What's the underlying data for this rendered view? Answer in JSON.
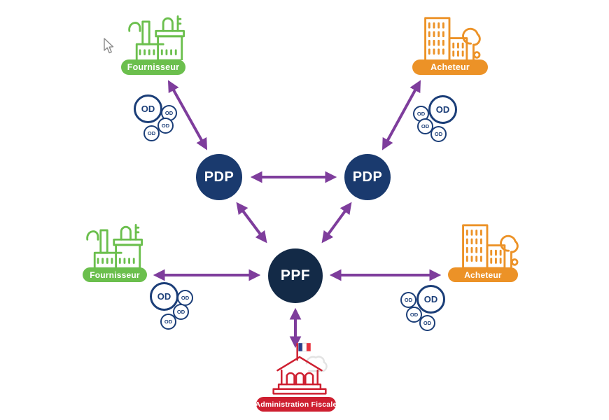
{
  "diagram": {
    "description": "French e-invoicing flow diagram: suppliers and buyers exchange documents through PDP platforms and the central PPF portal, which reports to the tax administration",
    "od_label": "OD",
    "nodes": {
      "fournisseur_top": {
        "label": "Fournisseur",
        "color": "#6bbf4d"
      },
      "acheteur_top": {
        "label": "Acheteur",
        "color": "#ec9227"
      },
      "pdp_left": {
        "label": "PDP",
        "color": "#1a3a6e"
      },
      "pdp_right": {
        "label": "PDP",
        "color": "#1a3a6e"
      },
      "ppf": {
        "label": "PPF",
        "color": "#132a47"
      },
      "fournisseur_bottom": {
        "label": "Fournisseur",
        "color": "#6bbf4d"
      },
      "acheteur_bottom": {
        "label": "Acheteur",
        "color": "#ec9227"
      },
      "administration_fiscale": {
        "label": "Administration Fiscale",
        "color": "#ce1f30"
      }
    },
    "connections": [
      {
        "from": "fournisseur_top",
        "to": "pdp_left",
        "bidirectional": true
      },
      {
        "from": "acheteur_top",
        "to": "pdp_right",
        "bidirectional": true
      },
      {
        "from": "pdp_left",
        "to": "pdp_right",
        "bidirectional": true
      },
      {
        "from": "pdp_left",
        "to": "ppf",
        "bidirectional": true
      },
      {
        "from": "pdp_right",
        "to": "ppf",
        "bidirectional": true
      },
      {
        "from": "ppf",
        "to": "fournisseur_bottom",
        "bidirectional": true
      },
      {
        "from": "ppf",
        "to": "acheteur_bottom",
        "bidirectional": true
      },
      {
        "from": "ppf",
        "to": "administration_fiscale",
        "bidirectional": true
      }
    ],
    "colors": {
      "arrow_purple": "#7e3d9c",
      "od_navy": "#1b3e78",
      "flag_blue": "#2b3f8c",
      "flag_red": "#e8323e"
    }
  }
}
